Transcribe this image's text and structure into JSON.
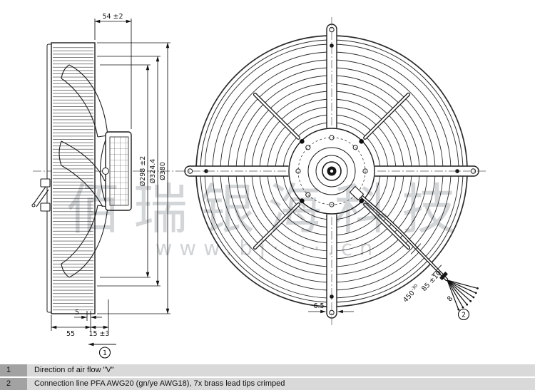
{
  "drawing": {
    "dims": {
      "depth": "54 ±2",
      "dia_impeller": "Ø298 ±2",
      "dia_ring": "Ø324.4",
      "dia_overall": "Ø380",
      "flange_offset": "5",
      "housing_depth": "55",
      "grille_depth": "15 ±3",
      "strut_width": "6.5",
      "cable_length": "450",
      "cable_length_tol": "-30",
      "strip_length": "85 ±10",
      "tip_length": "8"
    },
    "callouts": {
      "airflow": "1",
      "cable": "2"
    }
  },
  "watermark": {
    "cjk": "佰瑞银海科技",
    "url": "www.bj····.cn"
  },
  "notes": {
    "rows": [
      {
        "num": "1",
        "text": "Direction of air flow \"V\""
      },
      {
        "num": "2",
        "text": "Connection line PFA AWG20 (gn/ye AWG18), 7x brass lead tips crimped"
      }
    ]
  }
}
